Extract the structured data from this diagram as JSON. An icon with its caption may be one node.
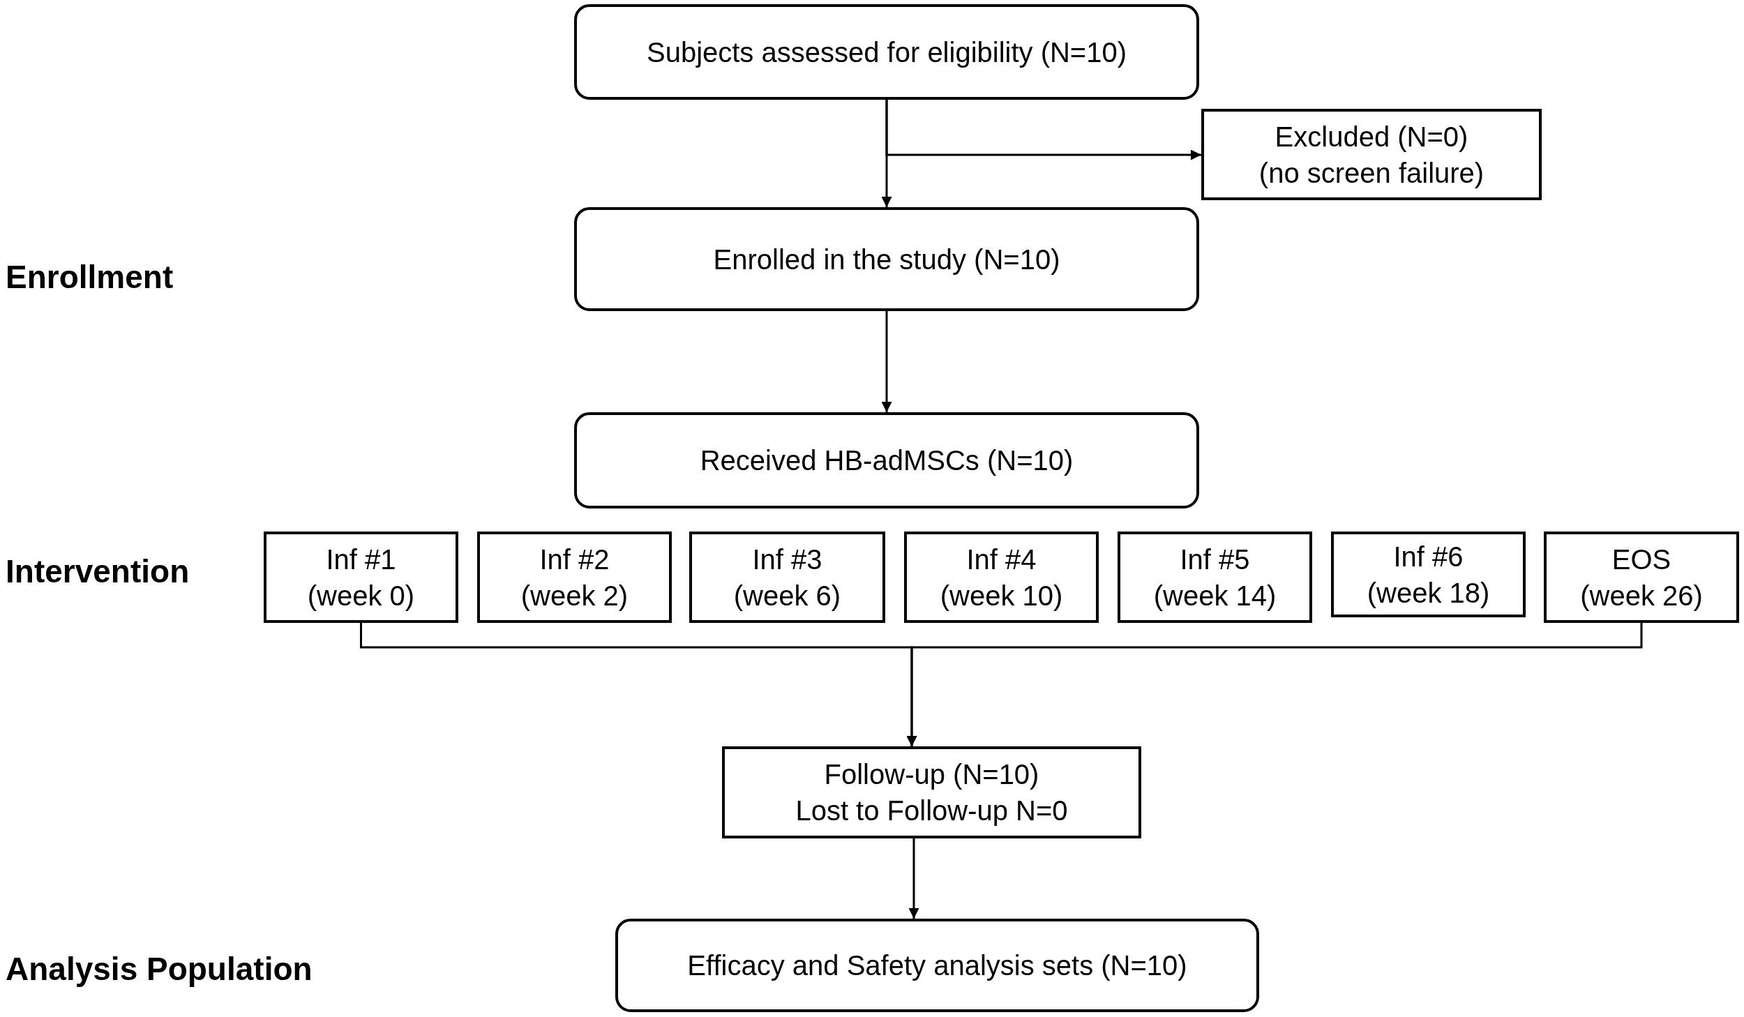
{
  "diagram": {
    "nodes": [
      {
        "text": [
          "Subjects assessed for eligibility (N=10)"
        ]
      },
      {
        "text": [
          "Excluded (N=0)",
          "(no screen failure)"
        ]
      },
      {
        "text": [
          "Enrolled in the study (N=10)"
        ]
      },
      {
        "text": [
          "Received HB-adMSCs (N=10)"
        ]
      },
      {
        "text": [
          "Inf #1 (week 0)"
        ]
      },
      {
        "text": [
          "Inf #2 (week 2)"
        ]
      },
      {
        "text": [
          "Inf #3 (week 6)"
        ]
      },
      {
        "text": [
          "Inf #4 (week 10)"
        ]
      },
      {
        "text": [
          "Inf #5 (week 14)"
        ]
      },
      {
        "text": [
          "Inf #6 (week 18)"
        ]
      },
      {
        "text": [
          "EOS (week 26)"
        ]
      },
      {
        "text": [
          "Follow-up (N=10)",
          "Lost to Follow-up N=0"
        ]
      },
      {
        "text": [
          "Efficacy and Safety analysis sets (N=10)"
        ]
      }
    ],
    "edges": [
      {
        "from": 0,
        "to": 2,
        "arrow": "to"
      },
      {
        "from": 0,
        "to": 1,
        "arrow": "to"
      },
      {
        "from": 2,
        "to": 3,
        "arrow": "to"
      },
      {
        "from": 4,
        "to": 11,
        "arrow": "to"
      },
      {
        "from": 10,
        "to": 11,
        "arrow": "to"
      },
      {
        "from": 11,
        "to": 12,
        "arrow": "to"
      }
    ],
    "labels": [
      "Enrollment",
      "Intervention",
      "Analysis Population"
    ]
  }
}
